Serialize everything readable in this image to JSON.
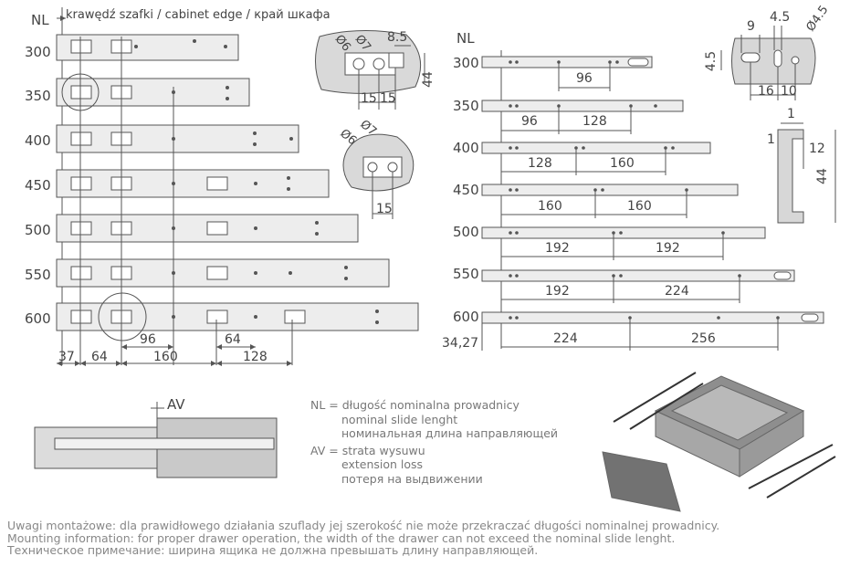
{
  "header": {
    "nl": "NL",
    "edge": "krawędź szafki / cabinet edge / край шкафа"
  },
  "left_rows": [
    "300",
    "350",
    "400",
    "450",
    "500",
    "550",
    "600"
  ],
  "left_dims": {
    "d37": "37",
    "d64a": "64",
    "d160": "160",
    "d96": "96",
    "d64b": "64",
    "d128": "128"
  },
  "detail_a": {
    "d6": "Ø6",
    "d7": "Ø7",
    "d85": "8.5",
    "d44": "44",
    "d15a": "15",
    "d15b": "15"
  },
  "detail_b": {
    "d6": "Ø6",
    "d7": "Ø7",
    "d15": "15"
  },
  "right_header": {
    "nl": "NL"
  },
  "right_rows": [
    "300",
    "350",
    "400",
    "450",
    "500",
    "550",
    "600"
  ],
  "right_dims": {
    "r300_96": "96",
    "r350_96": "96",
    "r350_128": "128",
    "r400_128": "128",
    "r400_160": "160",
    "r450_160a": "160",
    "r450_160b": "160",
    "r500_192a": "192",
    "r500_192b": "192",
    "r550_192": "192",
    "r550_224": "224",
    "r600_224": "224",
    "r600_256": "256",
    "offset": "34,27"
  },
  "hole_detail": {
    "d9": "9",
    "d45a": "4.5",
    "d45c": "Ø4.5",
    "d45b": "4.5",
    "d16": "16",
    "d10": "10"
  },
  "profile_detail": {
    "d1a": "1",
    "d1b": "1",
    "d12": "12",
    "d44": "44"
  },
  "av": {
    "label": "AV"
  },
  "legend": {
    "nl1": "NL = długość nominalna prowadnicy",
    "nl2": "nominal slide lenght",
    "nl3": "номинальная длина направляющей",
    "av1": "AV = strata wysuwu",
    "av2": "extension loss",
    "av3": "потеря на выдвижении"
  },
  "notes": {
    "pl": "Uwagi montażowe: dla prawidłowego działania szuflady jej szerokość nie może przekraczać długości nominalnej prowadnicy.",
    "en": "Mounting information: for proper drawer operation, the width of the drawer can not exceed the nominal slide lenght.",
    "ru": "Техническое примечание: ширина ящика не должна превышать длину направляющей."
  },
  "colors": {
    "line": "#555555",
    "fill": "#e9e9e9",
    "detail": "#d7d7d7",
    "text": "#444444",
    "muted": "#888888"
  },
  "icons": [
    "cabinet-edge-line",
    "slide-rail",
    "dimension-arrow",
    "drawer-box-illustration",
    "drawer-front-panel"
  ]
}
